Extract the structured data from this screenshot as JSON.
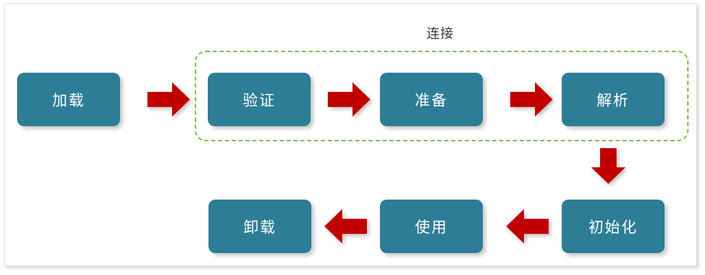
{
  "diagram": {
    "title_label": "连接",
    "accent_colors": {
      "node_fill": "#2E7D96",
      "node_text": "#FFFFFF",
      "arrow_fill": "#C00000",
      "group_border": "#7CC142",
      "card_border": "#E2E2E2",
      "background": "#FFFFFF"
    },
    "group": {
      "label": "连接",
      "border_style": "dashed",
      "members": [
        "验证",
        "准备",
        "解析"
      ]
    },
    "nodes": [
      {
        "id": "load",
        "label": "加载",
        "row": "top",
        "order": 1
      },
      {
        "id": "verify",
        "label": "验证",
        "row": "top",
        "order": 2
      },
      {
        "id": "prepare",
        "label": "准备",
        "row": "top",
        "order": 3
      },
      {
        "id": "resolve",
        "label": "解析",
        "row": "top",
        "order": 4
      },
      {
        "id": "initialize",
        "label": "初始化",
        "row": "bottom",
        "order": 5
      },
      {
        "id": "use",
        "label": "使用",
        "row": "bottom",
        "order": 6
      },
      {
        "id": "unload",
        "label": "卸载",
        "row": "bottom",
        "order": 7
      }
    ],
    "arrows": [
      {
        "id": "load-to-verify",
        "direction": "right",
        "from": "加载",
        "to": "验证"
      },
      {
        "id": "verify-to-prepare",
        "direction": "right",
        "from": "验证",
        "to": "准备"
      },
      {
        "id": "prepare-to-resolve",
        "direction": "right",
        "from": "准备",
        "to": "解析"
      },
      {
        "id": "resolve-to-init",
        "direction": "down",
        "from": "解析",
        "to": "初始化"
      },
      {
        "id": "init-to-use",
        "direction": "left",
        "from": "初始化",
        "to": "使用"
      },
      {
        "id": "use-to-unload",
        "direction": "left",
        "from": "使用",
        "to": "卸载"
      }
    ]
  }
}
